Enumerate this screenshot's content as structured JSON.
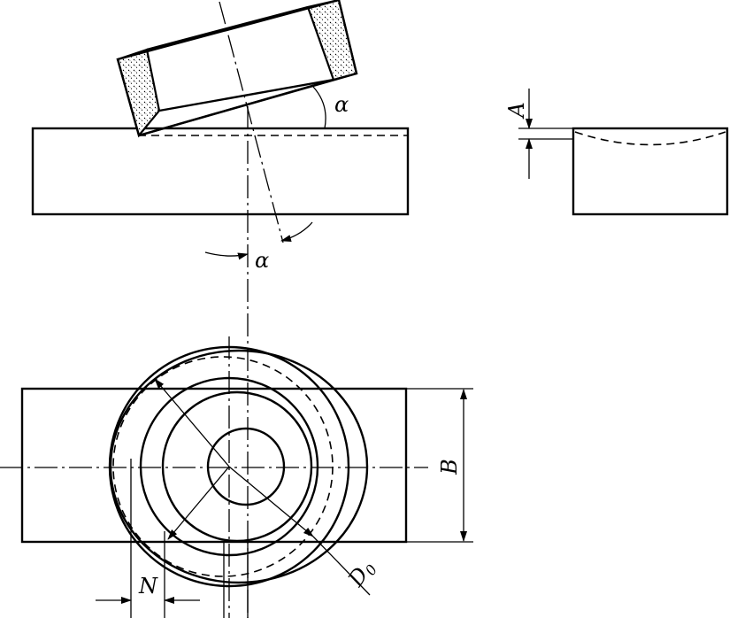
{
  "labels": {
    "alpha_top": "α",
    "alpha_bottom": "α",
    "A": "A",
    "B": "B",
    "N": "N",
    "D_main": "D",
    "D_sub": "0"
  }
}
